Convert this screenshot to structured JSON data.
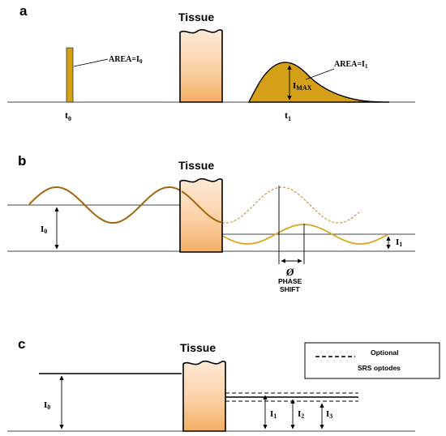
{
  "panels": {
    "a": {
      "letter": "a",
      "tissue_label": "Tissue",
      "incident_area_label": "AREA=I",
      "incident_area_sub": "0",
      "exit_area_label": "AREA=I",
      "exit_area_sub": "1",
      "imax_label": "I",
      "imax_sub": "MAX",
      "t0_label": "t",
      "t0_sub": "0",
      "t1_label": "t",
      "t1_sub": "1"
    },
    "b": {
      "letter": "b",
      "tissue_label": "Tissue",
      "i0_label": "I",
      "i0_sub": "0",
      "i1_label": "I",
      "i1_sub": "1",
      "phase_symbol": "Ø",
      "phase_line1": "PHASE",
      "phase_line2": "SHIFT"
    },
    "c": {
      "letter": "c",
      "tissue_label": "Tissue",
      "legend_title": "Optional",
      "legend_subtitle": "SRS optodes",
      "i0_label": "I",
      "i0_sub": "0",
      "i1_label": "I",
      "i1_sub": "1",
      "i2_label": "I",
      "i2_sub": "2",
      "i3_label": "I",
      "i3_sub": "3"
    }
  },
  "colors": {
    "pulse_fill": "#d4a017",
    "wave_dark": "#a0670f",
    "wave_light": "#d9a521",
    "tissue_top": "#fde6cf",
    "tissue_bottom": "#f6b36b"
  }
}
